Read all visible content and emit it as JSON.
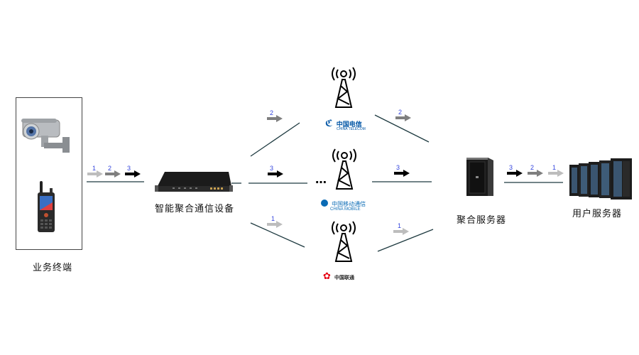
{
  "nodes": {
    "terminal": {
      "label": "业务终端",
      "icons": [
        "camera-icon",
        "radio-handset-icon"
      ]
    },
    "device": {
      "label": "智能聚合通信设备",
      "icon": "rack-device-icon"
    },
    "agg_server": {
      "label": "聚合服务器",
      "icon": "tower-server-icon"
    },
    "user_server": {
      "label": "用户服务器",
      "icon": "server-rack-icon"
    }
  },
  "carriers": [
    {
      "name": "中国电信",
      "sub": "CHINA TELECOM",
      "color": "#0055a5",
      "packet": "2"
    },
    {
      "name": "中国移动通信",
      "sub": "CHINA MOBILE",
      "color": "#0a6bb5",
      "packet": "3"
    },
    {
      "name": "中国联通",
      "sub": "",
      "color": "#e60012",
      "packet": "1"
    }
  ],
  "ellipsis": "…",
  "packets": {
    "terminal_to_device": [
      "1",
      "2",
      "3"
    ],
    "server_to_user": [
      "3",
      "2",
      "1"
    ]
  },
  "colors": {
    "packet1": "#bdbdbd",
    "packet2": "#7f7f7f",
    "packet3": "#000000",
    "line": "#1e3a40",
    "num": "#3344dd"
  }
}
